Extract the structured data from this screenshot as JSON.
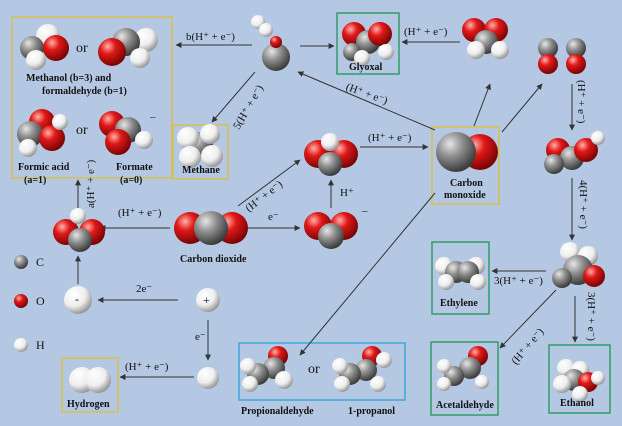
{
  "labels": {
    "b_he_top": "b(H⁺ + e⁻)",
    "or1": "or",
    "or2": "or",
    "or3": "or",
    "minus_formate": "–",
    "methanol_line1": "Methanol (b=3) and",
    "methanol_line2": "formaldehyde (b=1)",
    "formic_line1": "Formic acid",
    "formic_line2": "(a=1)",
    "formate_line1": "Formate",
    "formate_line2": "(a=0)",
    "five_he": "5(H⁺ + e⁻)",
    "glyoxal": "Glyoxal",
    "he_glyoxal": "(H⁺ + e⁻)",
    "he_co_diag": "(H⁺ + e⁻)",
    "he_co_right": "(H⁺ + e⁻)",
    "methane": "Methane",
    "carbon_monoxide_1": "Carbon",
    "carbon_monoxide_2": "monoxide",
    "a_he": "a(H⁺ + e⁻)",
    "he_left": "(H⁺ + e⁻)",
    "he_up_diag": "(H⁺ + e⁻)",
    "h_plus": "H⁺",
    "e_minus_mid": "e⁻",
    "minus_co2": "–",
    "carbon_dioxide": "Carbon dioxide",
    "legend_c": "C",
    "legend_o": "O",
    "legend_h": "H",
    "minus_h": "-",
    "plus_h": "+",
    "two_e": "2e⁻",
    "e_minus_h": "e⁻",
    "he_hydrogen": "(H⁺ + e⁻)",
    "hydrogen": "Hydrogen",
    "he_right_top": "(H⁺ + e⁻)",
    "four_he": "4(H⁺ + e⁻)",
    "three_he_eth": "3(H⁺ + e⁻)",
    "ethylene": "Ethylene",
    "three_he_ethanol": "3(H⁺ + e⁻)",
    "he_acet": "(H⁺ + e⁻)",
    "acetaldehyde": "Acetaldehyde",
    "ethanol": "Ethanol",
    "propionaldehyde": "Propionaldehyde",
    "propanol": "1-propanol"
  },
  "colors": {
    "background": "#b5c8e3",
    "carbon": "#8a8a8a",
    "oxygen": "#e31c1c",
    "hydrogen": "#f4f4f4",
    "box_yellow": "#d8c04a",
    "box_green": "#2f9e6a",
    "box_cyan": "#39a9dd"
  }
}
